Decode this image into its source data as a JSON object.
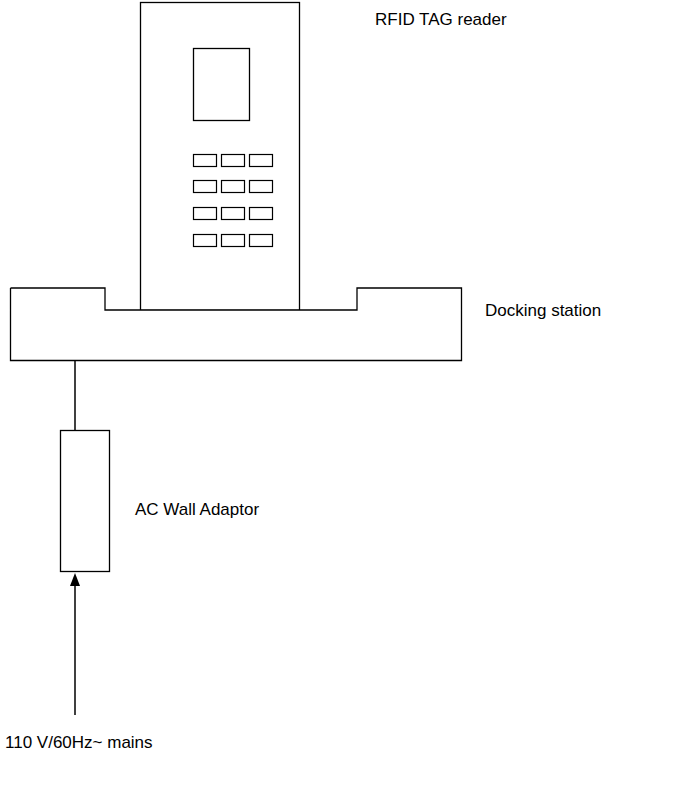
{
  "diagram": {
    "nodes": [
      {
        "text": [
          "RFID TAG reader"
        ]
      },
      {
        "text": [
          "Docking station"
        ]
      },
      {
        "text": [
          "AC Wall Adaptor"
        ]
      }
    ],
    "edges": [
      {
        "from": 1,
        "to": 2,
        "arrow": "none"
      }
    ],
    "labels": [
      "110 V/60Hz~ mains"
    ]
  }
}
